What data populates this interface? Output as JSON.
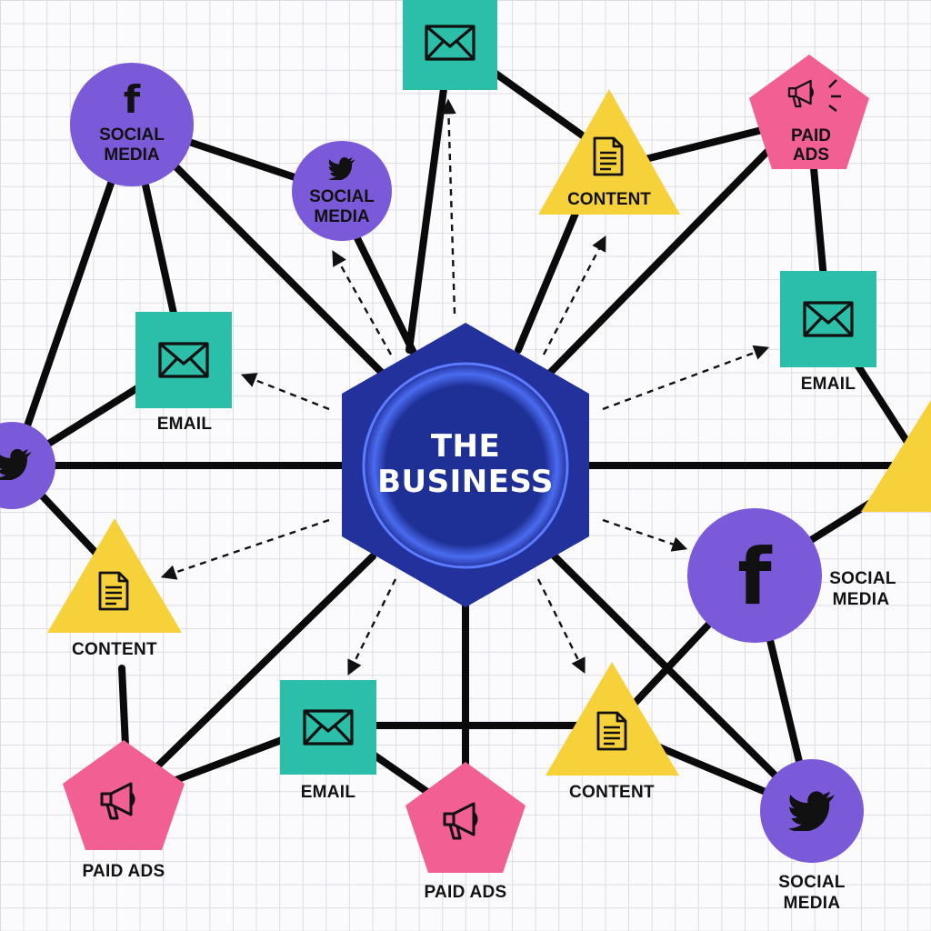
{
  "colors": {
    "hub": "#23319c",
    "hub_inner": "#1e2f95",
    "hub_glow": "#5b7cff",
    "social": "#7b5ad9",
    "email": "#2bbfa9",
    "content": "#f7d13a",
    "paid": "#f15f93",
    "edge": "#0a0a0a",
    "grid": "#dcdce4"
  },
  "hub": {
    "line1": "THE",
    "line2": "BUSINESS"
  },
  "nodes": {
    "email_top": {
      "label": ""
    },
    "social_fb_topleft": {
      "line1": "SOCIAL",
      "line2": "MEDIA",
      "icon": "facebook-icon"
    },
    "social_tw_topmid": {
      "line1": "SOCIAL",
      "line2": "MEDIA",
      "icon": "twitter-bird-icon"
    },
    "content_topright": {
      "label": "CONTENT",
      "icon": "document-icon"
    },
    "paid_topright": {
      "line1": "PAID",
      "line2": "ADS",
      "icon": "megaphone-icon"
    },
    "email_right": {
      "label": "EMAIL",
      "icon": "envelope-icon"
    },
    "email_left": {
      "label": "EMAIL",
      "icon": "envelope-icon"
    },
    "social_tw_left": {
      "icon": "twitter-bird-icon"
    },
    "content_left": {
      "label": "CONTENT",
      "icon": "document-icon"
    },
    "content_right_edge": {
      "label": ""
    },
    "social_fb_right": {
      "line1": "SOCIAL",
      "line2": "MEDIA",
      "icon": "facebook-icon"
    },
    "paid_bottomleft": {
      "label": "PAID ADS",
      "icon": "megaphone-icon"
    },
    "email_bottom": {
      "label": "EMAIL",
      "icon": "envelope-icon"
    },
    "paid_bottom": {
      "label": "PAID ADS",
      "icon": "megaphone-icon"
    },
    "content_bottom": {
      "label": "CONTENT",
      "icon": "document-icon"
    },
    "social_tw_bottomright": {
      "line1": "SOCIAL",
      "line2": "MEDIA",
      "icon": "twitter-bird-icon"
    }
  },
  "facebook_glyph": "f"
}
